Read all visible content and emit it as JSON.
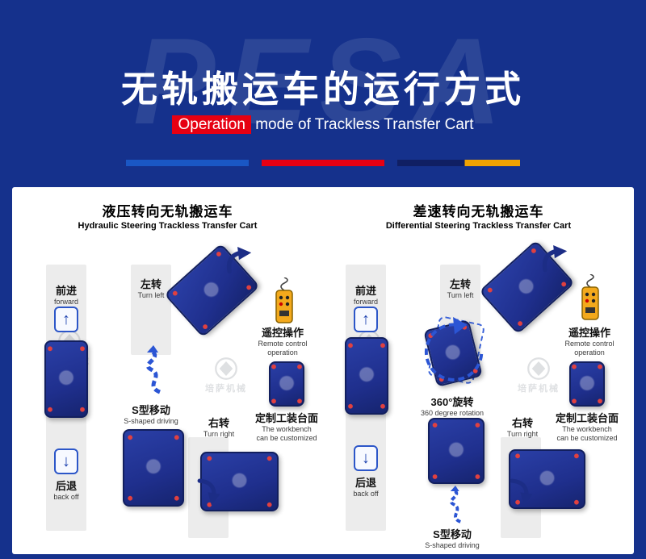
{
  "header": {
    "watermark": "PESA",
    "title": "无轨搬运车的运行方式",
    "subtitle_highlight": "Operation",
    "subtitle_rest": "mode of Trackless Transfer Cart",
    "colors": {
      "background": "#15318c",
      "bar_blue": "#1a57c4",
      "bar_red": "#e60012",
      "bar_yellow": "#f0a202",
      "cart_blue": "#1f2f8d",
      "road_gray": "#ececec"
    }
  },
  "icons": {
    "forward_arrow": "↑",
    "backward_arrow": "↓"
  },
  "brand": {
    "logo_text": "培萨机械"
  },
  "panels": [
    {
      "title_zh": "液压转向无轨搬运车",
      "title_en": "Hydraulic Steering Trackless Transfer Cart",
      "labels": {
        "forward_zh": "前进",
        "forward_en": "forward",
        "turn_left_zh": "左转",
        "turn_left_en": "Turn left",
        "remote_zh": "遥控操作",
        "remote_en_line1": "Remote control",
        "remote_en_line2": "operation",
        "s_move_zh": "S型移动",
        "s_move_en": "S-shaped driving",
        "turn_right_zh": "右转",
        "turn_right_en": "Turn right",
        "workbench_zh": "定制工装台面",
        "workbench_en_line1": "The workbench",
        "workbench_en_line2": "can be customized",
        "back_zh": "后退",
        "back_en": "back off"
      }
    },
    {
      "title_zh": "差速转向无轨搬运车",
      "title_en": "Differential Steering Trackless Transfer Cart",
      "labels": {
        "forward_zh": "前进",
        "forward_en": "forward",
        "turn_left_zh": "左转",
        "turn_left_en": "Turn left",
        "remote_zh": "遥控操作",
        "remote_en_line1": "Remote control",
        "remote_en_line2": "operation",
        "rotate_zh": "360°旋转",
        "rotate_en": "360 degree rotation",
        "turn_right_zh": "右转",
        "turn_right_en": "Turn right",
        "workbench_zh": "定制工装台面",
        "workbench_en_line1": "The workbench",
        "workbench_en_line2": "can be customized",
        "s_move_zh": "S型移动",
        "s_move_en": "S-shaped driving",
        "back_zh": "后退",
        "back_en": "back off"
      }
    }
  ]
}
